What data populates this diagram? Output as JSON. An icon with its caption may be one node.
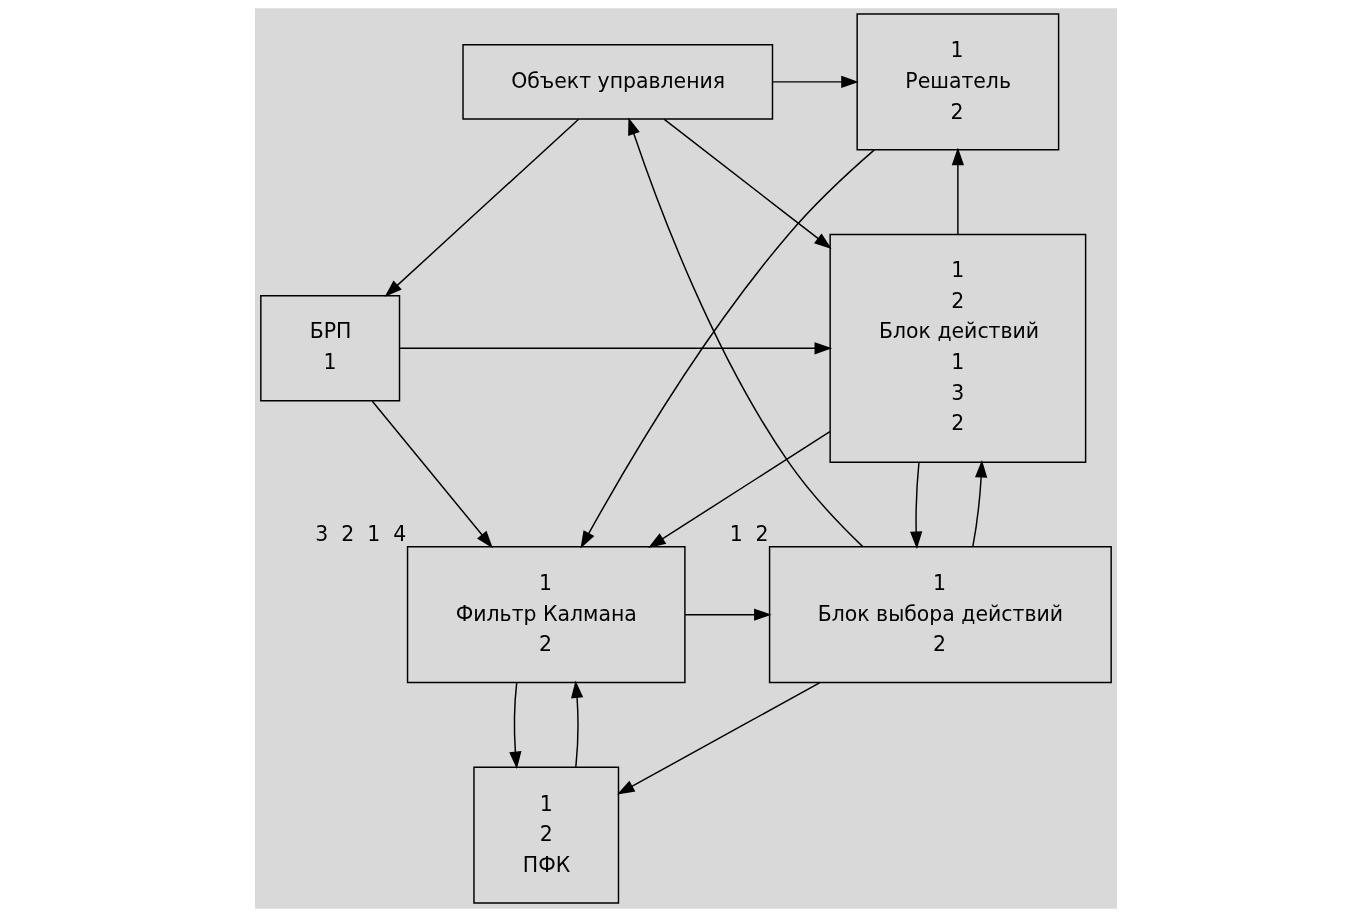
{
  "diagram": {
    "nodes": [
      {
        "text": [
          "Объект управления"
        ]
      },
      {
        "text": [
          "1",
          "Решатель",
          "2"
        ]
      },
      {
        "text": [
          "БРП",
          "1"
        ]
      },
      {
        "text": [
          "1",
          "2",
          "Блок действий",
          "1",
          "3",
          "2"
        ]
      },
      {
        "text": [
          "1",
          "Блок выбора действий",
          "2"
        ],
        "beside": [
          "1",
          "2"
        ]
      },
      {
        "text": [
          "1",
          "Фильтр Калмана",
          "2"
        ],
        "beside": [
          "3",
          "2",
          "1",
          "4"
        ]
      },
      {
        "text": [
          "1",
          "2",
          "ПФК"
        ]
      }
    ],
    "edges": [
      {
        "from": 0,
        "to": 1,
        "arrow": "to"
      },
      {
        "from": 0,
        "to": 3,
        "arrow": "to"
      },
      {
        "from": 0,
        "to": 2,
        "arrow": "to"
      },
      {
        "from": 2,
        "to": 3,
        "arrow": "to"
      },
      {
        "from": 4,
        "to": 0,
        "arrow": "to"
      },
      {
        "from": 4,
        "to": 3,
        "arrow": "to"
      },
      {
        "from": 3,
        "to": 1,
        "arrow": "to"
      },
      {
        "from": 3,
        "to": 4,
        "arrow": "to"
      },
      {
        "from": 3,
        "to": 5,
        "arrow": "to"
      },
      {
        "from": 2,
        "to": 5,
        "arrow": "to"
      },
      {
        "from": 1,
        "to": 5,
        "arrow": "to"
      },
      {
        "from": 5,
        "to": 4,
        "arrow": "to"
      },
      {
        "from": 5,
        "to": 6,
        "arrow": "to"
      },
      {
        "from": 6,
        "to": 5,
        "arrow": "to"
      },
      {
        "from": 4,
        "to": 6,
        "arrow": "to"
      }
    ]
  }
}
